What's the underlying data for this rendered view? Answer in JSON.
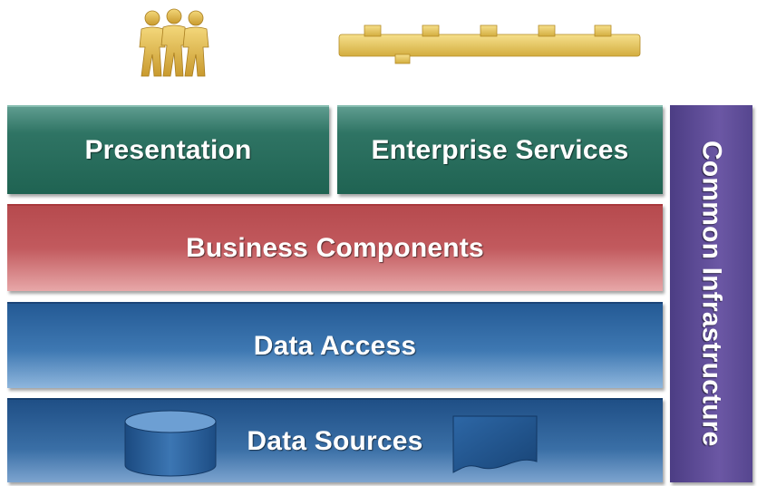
{
  "layers": {
    "presentation": "Presentation",
    "enterprise_services": "Enterprise Services",
    "business_components": "Business Components",
    "data_access": "Data Access",
    "data_sources": "Data Sources",
    "common_infrastructure": "Common Infrastructure"
  },
  "icons": {
    "users": "users-icon",
    "services_bus": "service-bus-icon",
    "database": "database-icon",
    "document": "document-icon"
  },
  "colors": {
    "teal": "#2f7464",
    "red": "#c25a5e",
    "blue": "#3e78b2",
    "purple": "#5e4b99",
    "gold": "#d9b44a"
  }
}
